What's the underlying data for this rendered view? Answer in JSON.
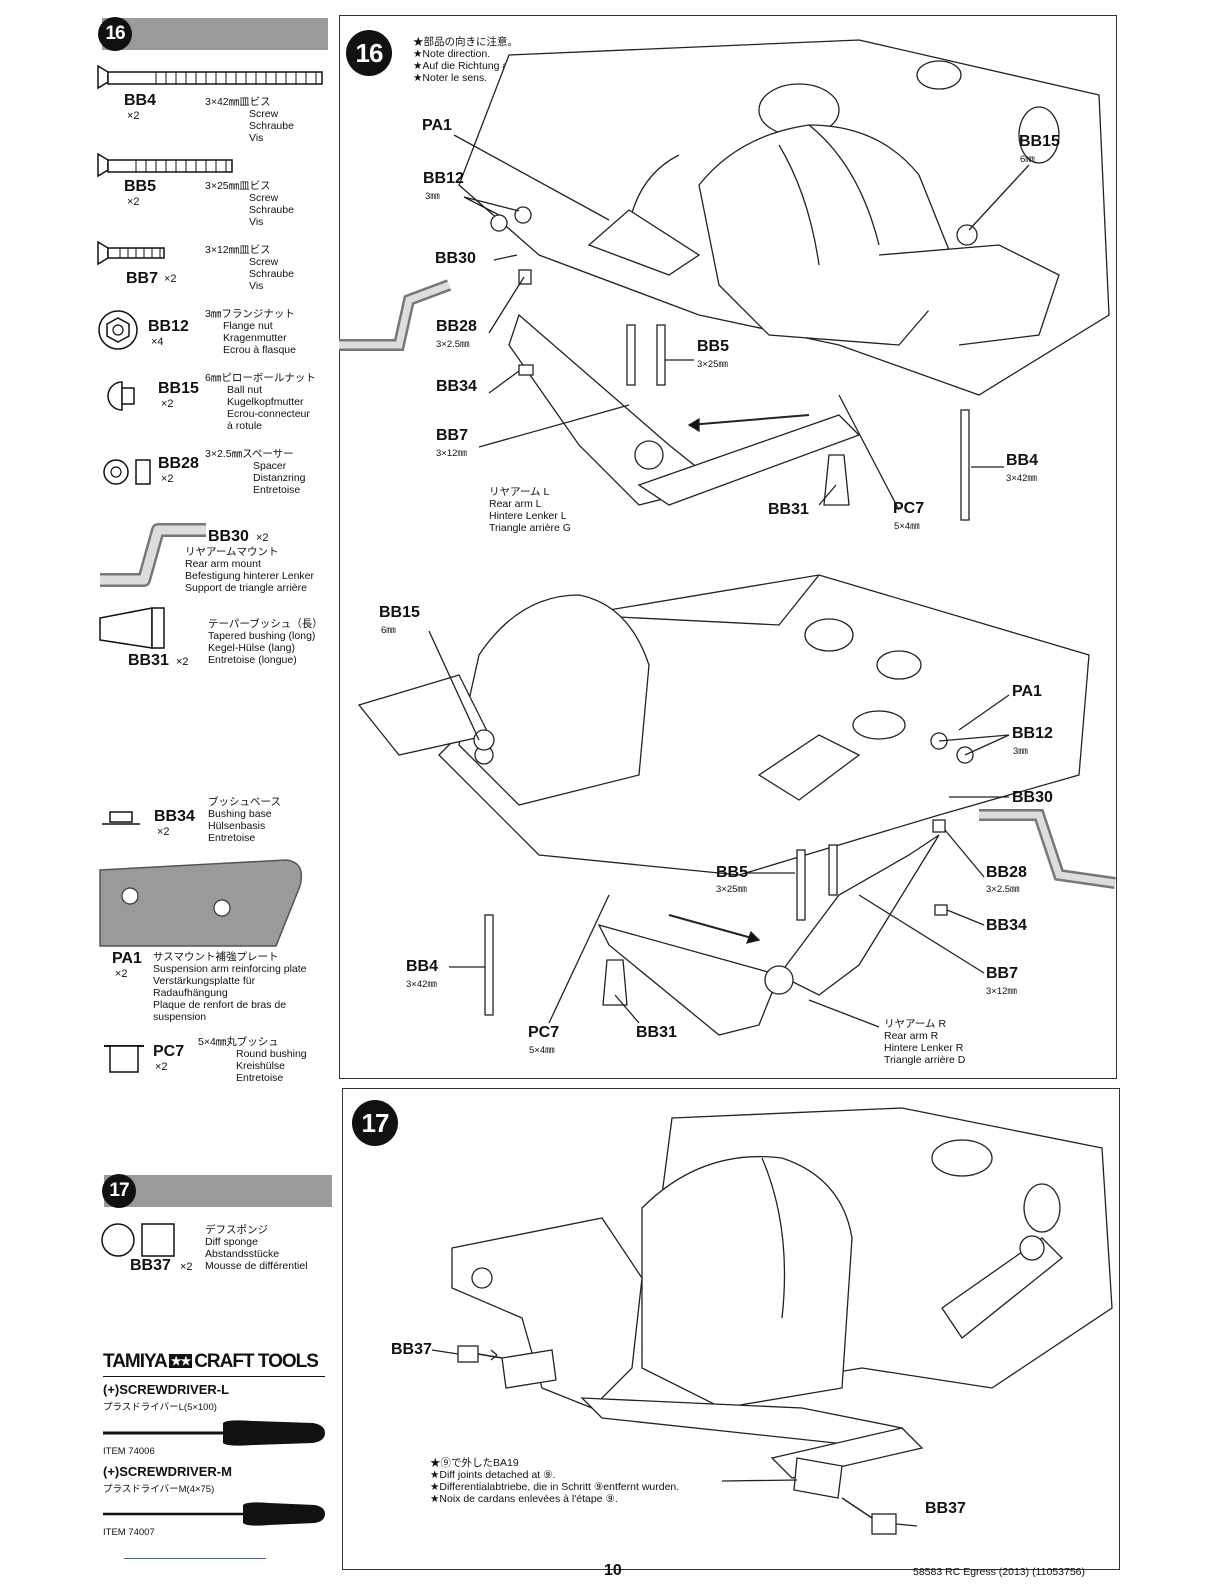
{
  "step16_header": {
    "number": "16"
  },
  "parts_16": [
    {
      "code": "BB4",
      "qty": "×2",
      "size": "3×42㎜皿ビス",
      "lines": [
        "Screw",
        "Schraube",
        "Vis"
      ]
    },
    {
      "code": "BB5",
      "qty": "×2",
      "size": "3×25㎜皿ビス",
      "lines": [
        "Screw",
        "Schraube",
        "Vis"
      ]
    },
    {
      "code": "BB7",
      "qty": "×2",
      "size": "3×12㎜皿ビス",
      "lines": [
        "Screw",
        "Schraube",
        "Vis"
      ]
    },
    {
      "code": "BB12",
      "qty": "×4",
      "size": "3㎜フランジナット",
      "lines": [
        "Flange nut",
        "Kragenmutter",
        "Ecrou à flasque"
      ]
    },
    {
      "code": "BB15",
      "qty": "×2",
      "size": "6㎜ピローボールナット",
      "lines": [
        "Ball nut",
        "Kugelkopfmutter",
        "Ecrou-connecteur",
        "à rotule"
      ]
    },
    {
      "code": "BB28",
      "qty": "×2",
      "size": "3×2.5㎜スペーサー",
      "lines": [
        "Spacer",
        "Distanzring",
        "Entretoise"
      ]
    },
    {
      "code": "BB30",
      "qty": "×2",
      "size": "リヤアームマウント",
      "lines": [
        "Rear arm mount",
        "Befestigung hinterer Lenker",
        "Support de triangle arrière"
      ]
    },
    {
      "code": "BB31",
      "qty": "×2",
      "size": "テーパーブッシュ（長）",
      "lines": [
        "Tapered bushing (long)",
        "Kegel-Hülse (lang)",
        "Entretoise (longue)"
      ]
    },
    {
      "code": "BB34",
      "qty": "×2",
      "size": "ブッシュベース",
      "lines": [
        "Bushing base",
        "Hülsenbasis",
        "Entretoise"
      ]
    },
    {
      "code": "PA1",
      "qty": "×2",
      "size": "サスマウント補強プレート",
      "lines": [
        "Suspension arm reinforcing plate",
        "Verstärkungsplatte für",
        "Radaufhängung",
        "Plaque de renfort de bras de",
        "suspension"
      ]
    },
    {
      "code": "PC7",
      "qty": "×2",
      "size": "5×4㎜丸ブッシュ",
      "lines": [
        "Round bushing",
        "Kreishülse",
        "Entretoise"
      ]
    }
  ],
  "step17_header": {
    "number": "17"
  },
  "parts_17": {
    "code": "BB37",
    "qty": "×2",
    "size": "デフスポンジ",
    "lines": [
      "Diff sponge",
      "Abstandsstücke",
      "Mousse de différentiel"
    ]
  },
  "tools": {
    "brand": "TAMIYA",
    "brand_suffix": "CRAFT TOOLS",
    "items": [
      {
        "name": "(+)SCREWDRIVER-L",
        "jp": "プラスドライバーL(5×100)",
        "item": "ITEM 74006"
      },
      {
        "name": "(+)SCREWDRIVER-M",
        "jp": "プラスドライバーM(4×75)",
        "item": "ITEM 74007"
      }
    ]
  },
  "step16_diagram": {
    "number": "16",
    "notes": [
      "★部品の向きに注意。",
      "★Note direction.",
      "★Auf die Richtung achten.",
      "★Noter le sens."
    ],
    "labels_top": {
      "PA1": "PA1",
      "BB12": "BB12",
      "BB12_sub": "3㎜",
      "BB30": "BB30",
      "BB28": "BB28",
      "BB28_sub": "3×2.5㎜",
      "BB34": "BB34",
      "BB7": "BB7",
      "BB7_sub": "3×12㎜",
      "BB5": "BB5",
      "BB5_sub": "3×25㎜",
      "BB15": "BB15",
      "BB15_sub": "6㎜",
      "BB4": "BB4",
      "BB4_sub": "3×42㎜",
      "BB31": "BB31",
      "PC7": "PC7",
      "PC7_sub": "5×4㎜"
    },
    "arm_L": [
      "リヤアーム L",
      "Rear arm L",
      "Hintere Lenker L",
      "Triangle arrière G"
    ],
    "labels_bottom": {
      "BB15": "BB15",
      "BB15_sub": "6㎜",
      "PA1": "PA1",
      "BB12": "BB12",
      "BB12_sub": "3㎜",
      "BB30": "BB30",
      "BB5": "BB5",
      "BB5_sub": "3×25㎜",
      "BB28": "BB28",
      "BB28_sub": "3×2.5㎜",
      "BB34": "BB34",
      "BB4": "BB4",
      "BB4_sub": "3×42㎜",
      "BB7": "BB7",
      "BB7_sub": "3×12㎜",
      "PC7": "PC7",
      "PC7_sub": "5×4㎜",
      "BB31": "BB31"
    },
    "arm_R": [
      "リヤアーム R",
      "Rear arm R",
      "Hintere Lenker R",
      "Triangle arrière D"
    ]
  },
  "step17_diagram": {
    "number": "17",
    "bb37_a": "BB37",
    "bb37_b": "BB37",
    "notes": [
      "★⑨で外したBA19",
      "★Diff joints detached at ⑨.",
      "★Differentialabtriebe, die in Schritt ⑨entfernt wurden.",
      "★Noix de cardans enlevées à l'étape ⑨."
    ]
  },
  "footer": {
    "page": "10",
    "ref": "58583 RC Egress (2013) (11053756)"
  }
}
